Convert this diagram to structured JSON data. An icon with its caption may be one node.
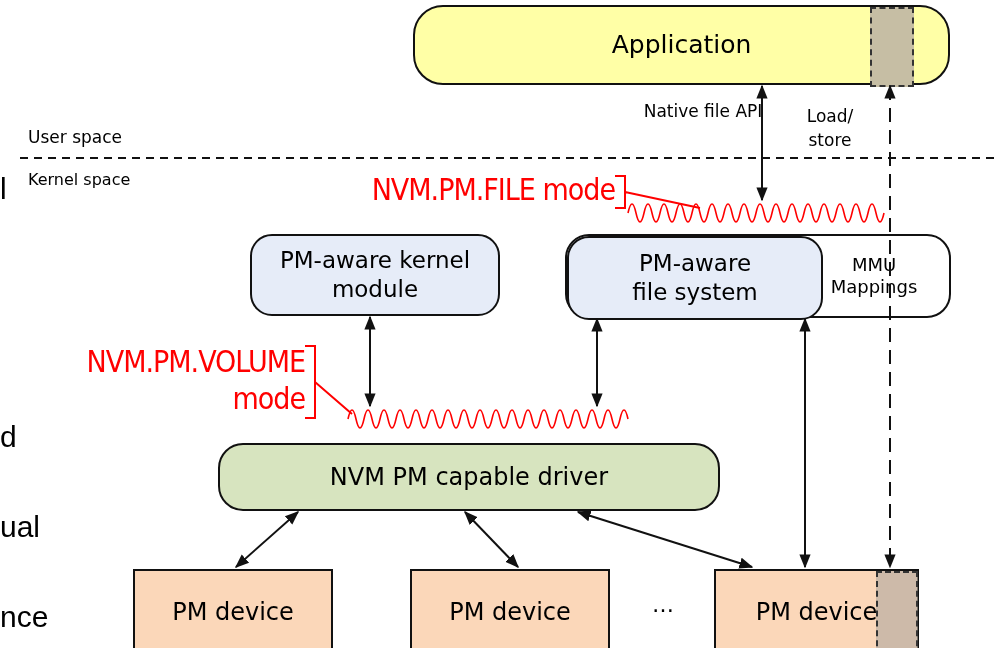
{
  "diagram": {
    "nodes": [
      {
        "text": [
          "Application"
        ]
      },
      {
        "text": [],
        "shape": "box",
        "in": 0
      },
      {
        "text": [
          "NVM.PM.FILE mode"
        ]
      },
      {
        "text": [],
        "shape": "wave"
      },
      {
        "text": [
          "PM-aware kernel module"
        ]
      },
      {
        "text": [
          "MMU Mappings"
        ]
      },
      {
        "text": [
          "PM-aware file system"
        ],
        "in": 5
      },
      {
        "text": [
          "NVM.PM.VOLUME mode"
        ]
      },
      {
        "text": [],
        "shape": "wave"
      },
      {
        "text": [
          "NVM PM capable driver"
        ]
      },
      {
        "text": [
          "PM device"
        ]
      },
      {
        "text": [
          "PM device"
        ]
      },
      {
        "text": [
          "PM device"
        ]
      },
      {
        "text": [],
        "shape": "box",
        "in": 12
      }
    ],
    "edges": [
      {
        "from": 0,
        "to": 3,
        "arrow": "both",
        "label": "Native file API"
      },
      {
        "from": 1,
        "to": 13,
        "arrow": "both",
        "style": "dashed",
        "label": "Load/ store"
      },
      {
        "from": 2,
        "to": 3,
        "arrow": "none",
        "color": "#ff0000"
      },
      {
        "from": 7,
        "to": 8,
        "arrow": "none",
        "color": "#ff0000"
      },
      {
        "from": 4,
        "to": 8,
        "arrow": "both"
      },
      {
        "from": 6,
        "to": 8,
        "arrow": "both"
      },
      {
        "from": 6,
        "to": 12,
        "arrow": "both"
      },
      {
        "from": 9,
        "to": 10,
        "arrow": "both"
      },
      {
        "from": 9,
        "to": 11,
        "arrow": "both"
      },
      {
        "from": 9,
        "to": 12,
        "arrow": "both"
      }
    ],
    "labels": [
      "User space",
      "Kernel space",
      "l",
      "d",
      "ual",
      "…",
      "nce"
    ]
  }
}
